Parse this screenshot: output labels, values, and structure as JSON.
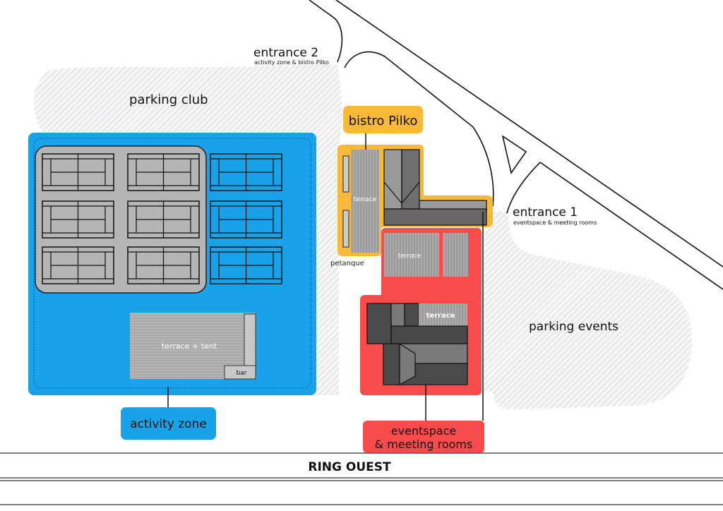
{
  "colors": {
    "activity_zone": "#18a2ea",
    "bistro": "#f9b938",
    "eventspace": "#f84b4b",
    "courts_area": "#b5b5b5",
    "hatch": "#d4d4d4",
    "building_dark": "#555555",
    "building_light": "#9a9a9a"
  },
  "entrances": [
    {
      "title": "entrance 2",
      "subtitle": "activity zone & bistro Pilko"
    },
    {
      "title": "entrance 1",
      "subtitle": "eventspace & meeting rooms"
    }
  ],
  "parking": {
    "club": "parking club",
    "events": "parking events"
  },
  "zones": {
    "activity": {
      "label": "activity zone",
      "terrace": "terrace + tent",
      "bar": "bar"
    },
    "bistro": {
      "label": "bistro Pilko",
      "terrace": "terrace",
      "petanque": "petanque"
    },
    "eventspace": {
      "label_line1": "eventspace",
      "label_line2": "& meeting rooms",
      "terrace_upper": "terrace",
      "terrace_lower": "terrace"
    }
  },
  "road": {
    "name": "RING OUEST"
  }
}
